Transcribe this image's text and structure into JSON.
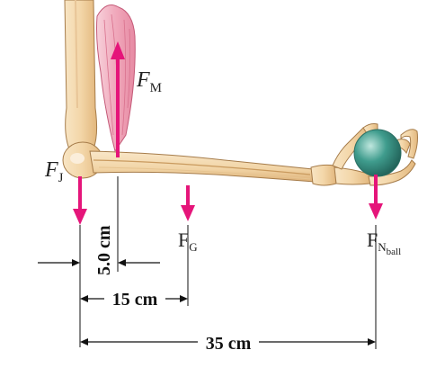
{
  "colors": {
    "force_arrow": "#e5157a",
    "bone_fill": "#f3d6a8",
    "bone_stroke": "#a67c4a",
    "muscle_fill": "#f2b5c4",
    "muscle_stroke": "#c45a78",
    "ball_fill": "#3f9c8d",
    "ball_highlight": "#bfe7de",
    "dim_line": "#111111"
  },
  "labels": {
    "fm_main": "F",
    "fm_sub": "M",
    "fj_main": "F",
    "fj_sub": "J",
    "fg_main": "F",
    "fg_sub": "G",
    "fn_main": "F",
    "fn_sub": "N",
    "fn_subsub": "ball"
  },
  "dimensions": {
    "d1": "5.0 cm",
    "d2": "15 cm",
    "d3": "35 cm"
  },
  "icons": [
    "upper-arm-bone",
    "forearm-bones",
    "hand-bones",
    "biceps-muscle",
    "ball"
  ]
}
